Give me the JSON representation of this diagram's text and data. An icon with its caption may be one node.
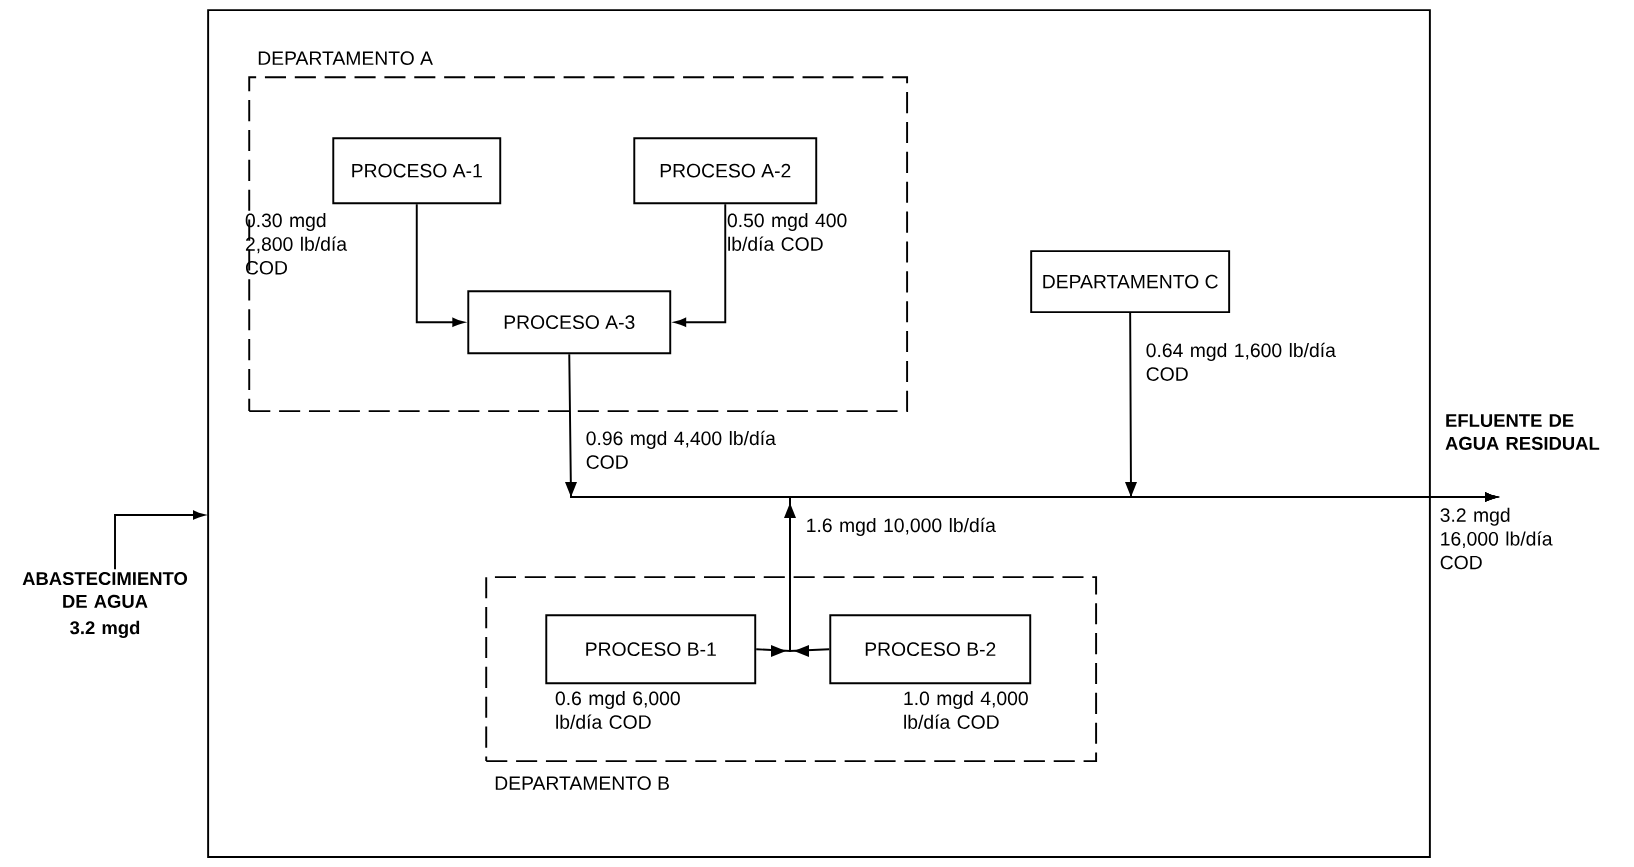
{
  "diagram": {
    "nodes": [
      {
        "text": [],
        "shape": "box"
      },
      {
        "text": [
          "DEPARTAMENTO A"
        ],
        "in": 0
      },
      {
        "text": [
          "PROCESO A-1"
        ],
        "in": 1,
        "beside": [
          "0.30 mgd 2,800 lb/día COD"
        ]
      },
      {
        "text": [
          "PROCESO A-2"
        ],
        "in": 1,
        "beside": [
          "0.50 mgd 400 lb/día COD"
        ]
      },
      {
        "text": [
          "PROCESO A-3"
        ],
        "in": 1
      },
      {
        "text": [
          "DEPARTAMENTO C"
        ],
        "in": 0
      },
      {
        "text": [
          "DEPARTAMENTO B"
        ],
        "in": 0
      },
      {
        "text": [
          "PROCESO B-1"
        ],
        "in": 6,
        "beside": [
          "0.6 mgd 6,000 lb/día COD"
        ]
      },
      {
        "text": [
          "PROCESO B-2"
        ],
        "in": 6,
        "beside": [
          "1.0 mgd 4,000 lb/día COD"
        ]
      },
      {
        "text": [
          "ABASTECIMIENTO DE AGUA",
          "3.2 mgd"
        ]
      },
      {
        "text": [
          "EFLUENTE DE AGUA RESIDUAL"
        ]
      }
    ],
    "edges": [
      {
        "from": 2,
        "to": 4,
        "arrow": "to"
      },
      {
        "from": 3,
        "to": 4,
        "arrow": "to"
      },
      {
        "from": 4,
        "to": 10,
        "arrow": "to",
        "label": "0.96 mgd 4,400 lb/día COD"
      },
      {
        "from": 5,
        "to": 10,
        "arrow": "to",
        "label": "0.64 mgd 1,600 lb/día COD"
      },
      {
        "from": 7,
        "to": 10,
        "arrow": "to"
      },
      {
        "from": 8,
        "to": 10,
        "arrow": "to"
      },
      {
        "from": 9,
        "to": 0,
        "arrow": "to"
      }
    ],
    "labels": [
      "1.6 mgd 10,000 lb/día",
      "3.2 mgd 16,000 lb/día COD"
    ]
  }
}
